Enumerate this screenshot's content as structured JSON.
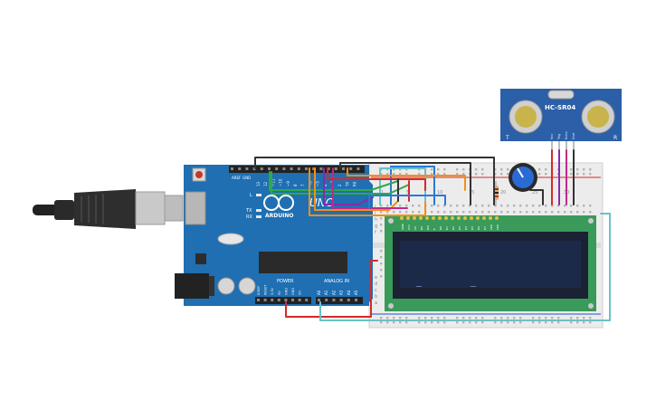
{
  "arduino": {
    "brand": "ARDUINO",
    "model": "UNO",
    "power_label": "POWER",
    "analog_label": "ANALOG IN",
    "tx_label": "TX",
    "rx_label": "RX",
    "l_label": "L",
    "aref_label": "AREF",
    "gnd_label": "GND",
    "power_pins": [
      "IOREF",
      "RESET",
      "3.3V",
      "5V",
      "GND",
      "GND",
      "Vin"
    ],
    "analog_pins": [
      "A0",
      "A1",
      "A2",
      "A3",
      "A4",
      "A5"
    ],
    "digital_pins": [
      "13",
      "12",
      "~11",
      "~10",
      "~9",
      "8",
      "7",
      "~6",
      "~5",
      "4",
      "~3",
      "2",
      "TX 1",
      "RX 0"
    ]
  },
  "sensor": {
    "model": "HC-SR04",
    "pins": [
      "Vcc",
      "Trig",
      "Echo",
      "Gnd"
    ],
    "left_mark": "T",
    "right_mark": "R"
  },
  "breadboard": {
    "row_letters": [
      "a",
      "b",
      "c",
      "d",
      "e",
      "f",
      "g",
      "h",
      "i",
      "j"
    ],
    "col_numbers": [
      "1",
      "5",
      "10",
      "15",
      "20",
      "25",
      "30"
    ]
  },
  "lcd": {
    "pins": [
      "GND",
      "VCC",
      "V0",
      "RS",
      "RW",
      "E",
      "D0",
      "D1",
      "D2",
      "D3",
      "D4",
      "D5",
      "D6",
      "D7",
      "LED",
      "LED"
    ]
  },
  "colors": {
    "board": "#1f6fb2",
    "lcd_pcb": "#3a9a5a",
    "lcd_screen": "#1c2a4a",
    "sensor_pcb": "#2b5fa8",
    "wire_red": "#d42a2a",
    "wire_black": "#333333",
    "wire_green": "#2fa84a",
    "wire_orange": "#f0901a",
    "wire_purple": "#8a2aa8",
    "wire_blue": "#2a7ad4",
    "wire_cyan": "#6ac2c8",
    "wire_magenta": "#c02a8a"
  }
}
